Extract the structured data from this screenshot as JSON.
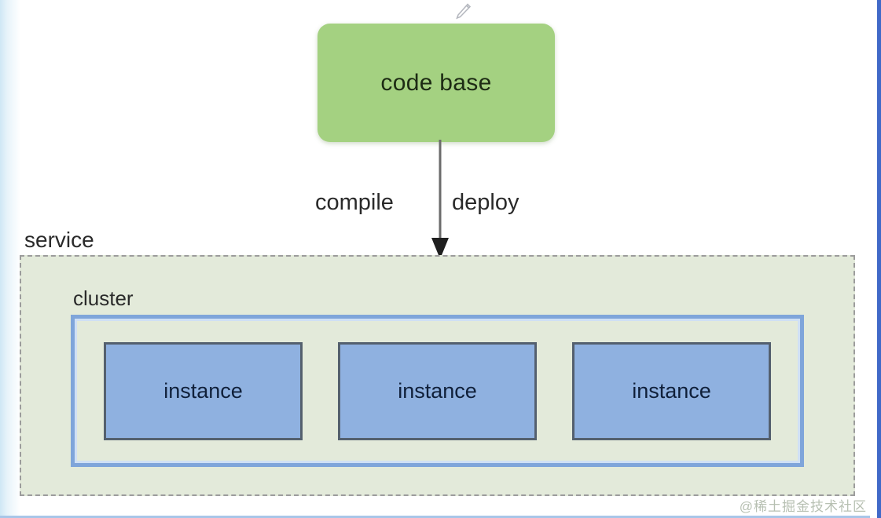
{
  "diagram": {
    "codebase": {
      "label": "code base",
      "fill": "#a4d181"
    },
    "edit_icon_name": "pencil-icon",
    "arrow": {
      "left_label": "compile",
      "right_label": "deploy",
      "color": "#6b6b6b"
    },
    "service": {
      "label": "service",
      "fill": "#e3eada",
      "border": "#9c9c9c"
    },
    "cluster": {
      "label": "cluster",
      "border": "#7fa5da"
    },
    "instances": [
      {
        "label": "instance"
      },
      {
        "label": "instance"
      },
      {
        "label": "instance"
      }
    ],
    "instance_fill": "#8fb1e0",
    "instance_border": "#54606e"
  },
  "watermark": {
    "text": "@稀土掘金技术社区"
  }
}
